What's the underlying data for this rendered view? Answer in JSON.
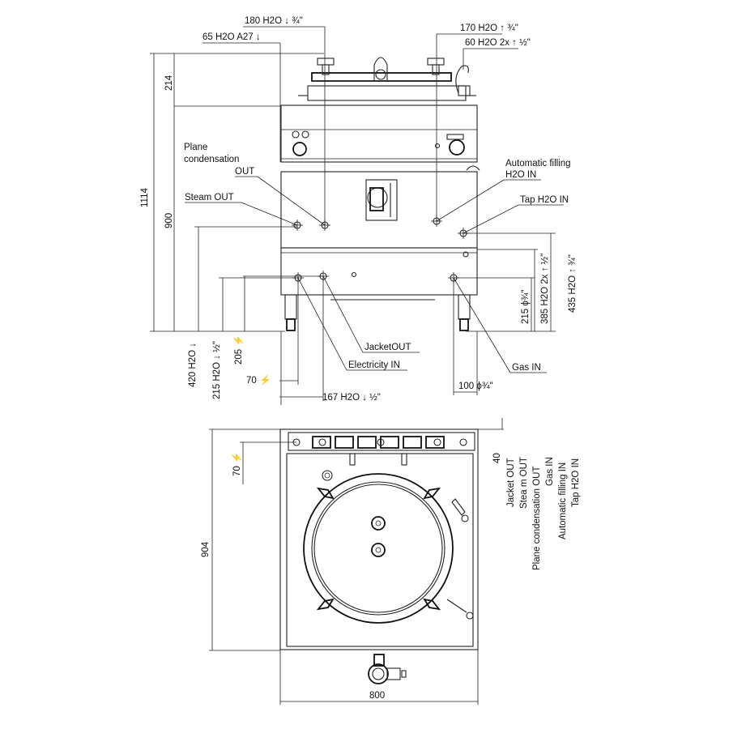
{
  "front_view": {
    "top_labels": {
      "h2o_180": "180 H2O ↓ ¾\"",
      "h2o_65": "65 H2O A27 ↓",
      "h2o_170": "170 H2O ↑ ¾\"",
      "h2o_60": "60 H2O 2x ↑ ½\""
    },
    "left_dims": {
      "d214": "214",
      "d1114": "1114",
      "d900": "900"
    },
    "callouts": {
      "plane_condensation_1": "Plane",
      "plane_condensation_2": "condensation",
      "plane_condensation_3": "OUT",
      "steam_out": "Steam OUT",
      "automatic_filling_1": "Automatic filling",
      "automatic_filling_2": "H2O IN",
      "tap_h2o_in": "Tap H2O IN",
      "jacket_out": "JacketOUT",
      "electricity_in": "Electricity IN",
      "gas_in": "Gas IN"
    },
    "bottom_dims": {
      "h2o_420": "420 H2O ↓",
      "h2o_215": "215 H2O ↓ ½\"",
      "d205": "205 ⚡",
      "d70": "70 ⚡",
      "h2o_167": "167 H2O ↓ ½\"",
      "d100": "100 ϕ¾\""
    },
    "right_dims": {
      "d215": "215 ϕ¾\"",
      "d385": "385 H2O 2x ↑ ½\"",
      "d435": "435 H2O ↑ ¾\""
    }
  },
  "top_view": {
    "dims": {
      "d70": "70 ⚡",
      "d904": "904",
      "d40": "40",
      "d800": "800"
    },
    "legend": [
      "Jacket OUT",
      "Stea m OUT",
      "Plane condensation OUT",
      "Gas IN",
      "Automatic filling IN",
      "Tap H2O IN"
    ]
  },
  "colors": {
    "line": "#222222",
    "background": "#ffffff"
  }
}
